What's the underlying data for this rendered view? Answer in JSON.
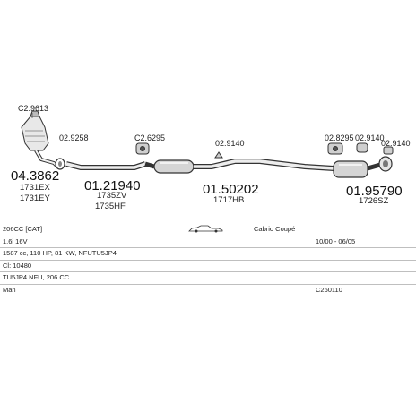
{
  "parts": [
    {
      "id": "cat",
      "ref_small": "C2.9613",
      "ref_main": "04.3862",
      "oem": [
        "1731EX",
        "1731EY"
      ]
    },
    {
      "id": "clamp1",
      "ref_small": "02.9258"
    },
    {
      "id": "pipe1",
      "ref_main": "01.21940",
      "oem": [
        "1735ZV",
        "1735HF"
      ]
    },
    {
      "id": "mount1",
      "ref_small": "C2.6295"
    },
    {
      "id": "mid",
      "ref_small": "02.9140",
      "ref_main": "01.50202",
      "oem": [
        "1717HB"
      ]
    },
    {
      "id": "mount2",
      "ref_small": "02.8295"
    },
    {
      "id": "mount3",
      "ref_small": "02.9140"
    },
    {
      "id": "clamp2",
      "ref_small": "02.9140"
    },
    {
      "id": "rear",
      "ref_main": "01.95790",
      "oem": [
        "1726SZ"
      ]
    }
  ],
  "table": {
    "rows": [
      {
        "left": "206CC [CAT]",
        "mid": "Cabrio Coupé",
        "icon": "car-icon"
      },
      {
        "left": "1.6i 16V",
        "right": "10/00 - 06/05"
      },
      {
        "left": "1587 cc, 110 HP, 81 KW, NFUTU5JP4"
      },
      {
        "left": "Cl: 10480"
      },
      {
        "left": "TU5JP4 NFU, 206 CC"
      },
      {
        "left": "Man",
        "right": "C260110"
      }
    ]
  }
}
